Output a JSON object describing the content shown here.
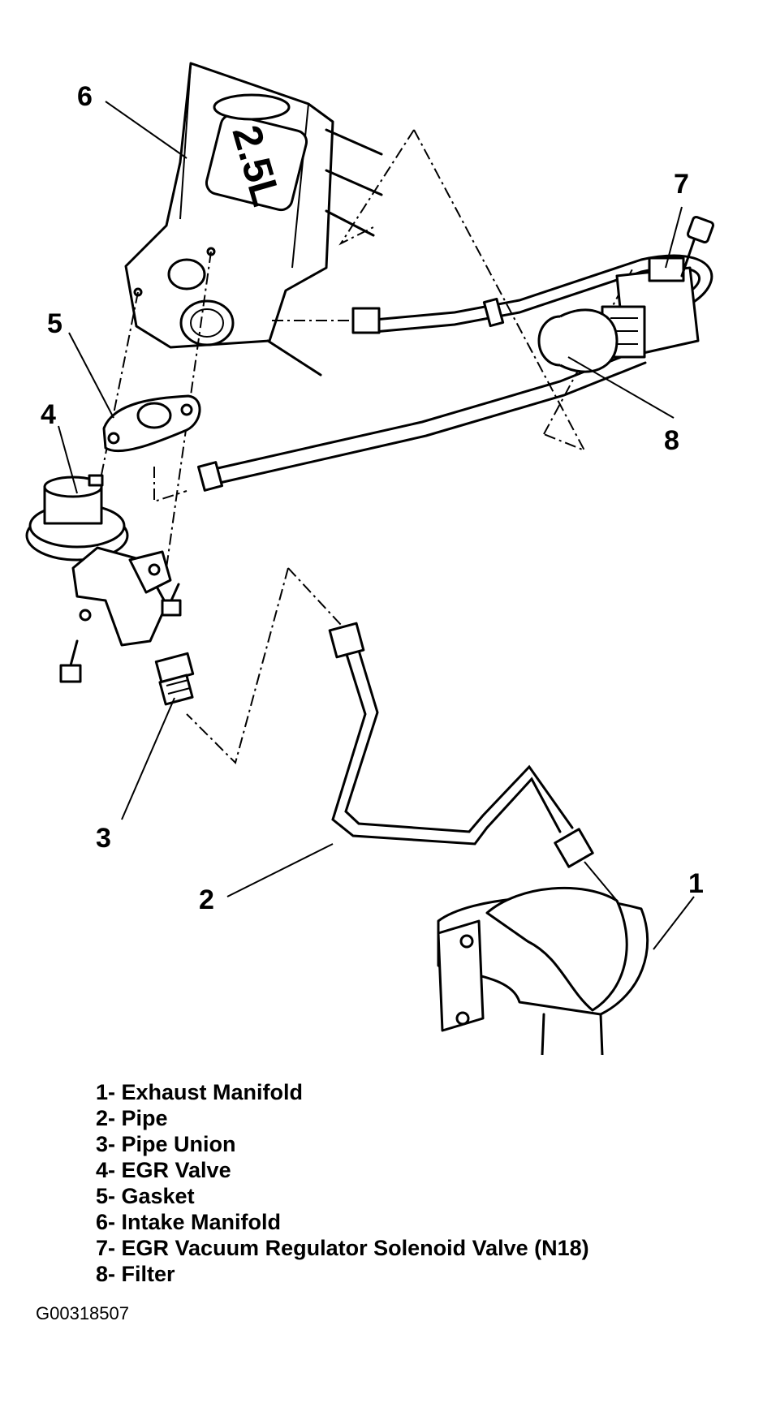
{
  "callouts": {
    "c1": "1",
    "c2": "2",
    "c3": "3",
    "c4": "4",
    "c5": "5",
    "c6": "6",
    "c7": "7",
    "c8": "8"
  },
  "engine_badge": "2.5L",
  "legend": {
    "items": [
      "1- Exhaust Manifold",
      "2- Pipe",
      "3- Pipe Union",
      "4- EGR Valve",
      "5- Gasket",
      "6- Intake Manifold",
      "7- EGR Vacuum Regulator Solenoid Valve (N18)",
      "8- Filter"
    ]
  },
  "figure_id": "G00318507"
}
